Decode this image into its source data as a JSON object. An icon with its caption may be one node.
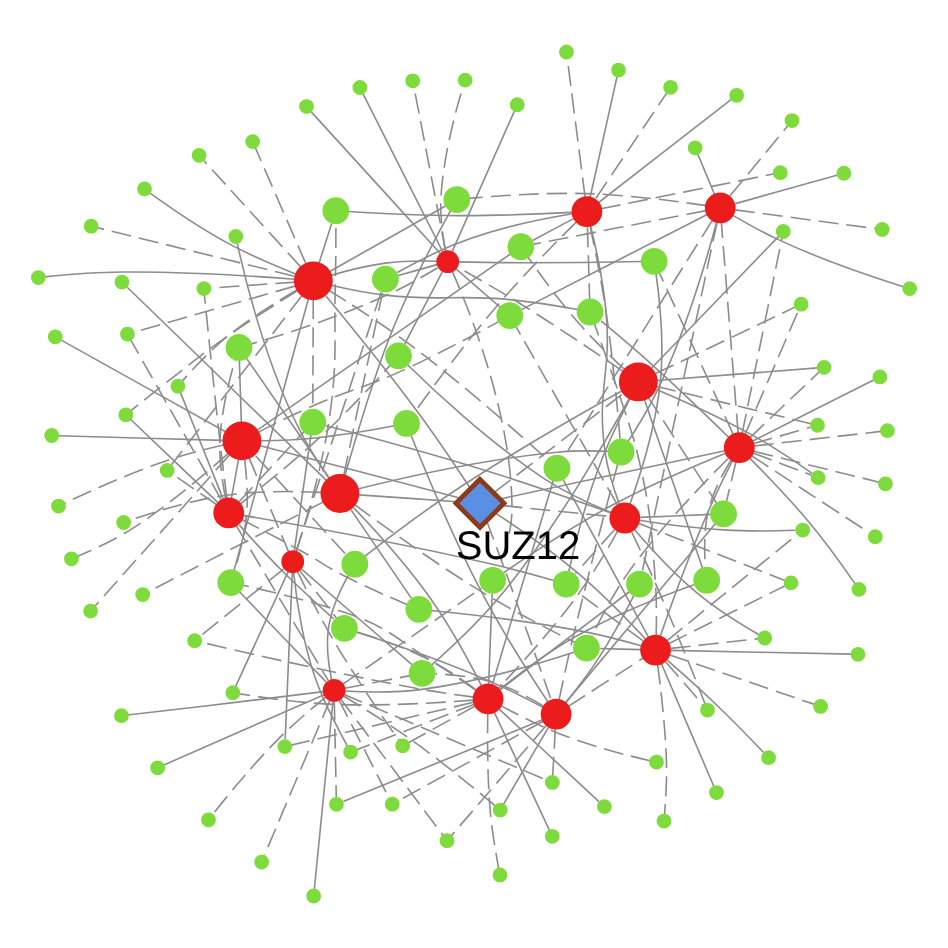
{
  "diagram": {
    "nodes": [
      {
        "text": [
          "SUZ12"
        ]
      },
      {
        "text": [],
        "shape": "circle"
      },
      {
        "text": [],
        "shape": "circle"
      },
      {
        "text": [],
        "shape": "circle"
      },
      {
        "text": [],
        "shape": "circle"
      },
      {
        "text": [],
        "shape": "circle"
      },
      {
        "text": [],
        "shape": "circle"
      },
      {
        "text": [],
        "shape": "circle"
      },
      {
        "text": [],
        "shape": "circle"
      },
      {
        "text": [],
        "shape": "circle"
      },
      {
        "text": [],
        "shape": "circle"
      },
      {
        "text": [],
        "shape": "circle"
      },
      {
        "text": [],
        "shape": "circle"
      },
      {
        "text": [],
        "shape": "circle"
      },
      {
        "text": [],
        "shape": "circle"
      },
      {
        "text": [],
        "shape": "circle"
      },
      {
        "text": [],
        "shape": "circle"
      },
      {
        "text": [],
        "shape": "circle"
      },
      {
        "text": [],
        "shape": "circle"
      },
      {
        "text": [],
        "shape": "circle"
      },
      {
        "text": [],
        "shape": "circle"
      },
      {
        "text": [],
        "shape": "circle"
      },
      {
        "text": [],
        "shape": "circle"
      },
      {
        "text": [],
        "shape": "circle"
      },
      {
        "text": [],
        "shape": "circle"
      },
      {
        "text": [],
        "shape": "circle"
      },
      {
        "text": [],
        "shape": "circle"
      },
      {
        "text": [],
        "shape": "circle"
      },
      {
        "text": [],
        "shape": "circle"
      },
      {
        "text": [],
        "shape": "circle"
      },
      {
        "text": [],
        "shape": "circle"
      },
      {
        "text": [],
        "shape": "circle"
      },
      {
        "text": [],
        "shape": "circle"
      },
      {
        "text": [],
        "shape": "circle"
      },
      {
        "text": [],
        "shape": "circle"
      },
      {
        "text": [],
        "shape": "circle"
      },
      {
        "text": [],
        "shape": "circle"
      },
      {
        "text": [],
        "shape": "circle"
      },
      {
        "text": [],
        "shape": "circle"
      },
      {
        "text": [],
        "shape": "circle"
      },
      {
        "text": [],
        "shape": "circle"
      },
      {
        "text": [],
        "shape": "circle"
      },
      {
        "text": [],
        "shape": "circle"
      },
      {
        "text": [],
        "shape": "circle"
      },
      {
        "text": [],
        "shape": "circle"
      },
      {
        "text": [],
        "shape": "circle"
      },
      {
        "text": [],
        "shape": "circle"
      },
      {
        "text": [],
        "shape": "circle"
      },
      {
        "text": [],
        "shape": "circle"
      },
      {
        "text": [],
        "shape": "circle"
      },
      {
        "text": [],
        "shape": "circle"
      },
      {
        "text": [],
        "shape": "circle"
      },
      {
        "text": [],
        "shape": "circle"
      },
      {
        "text": [],
        "shape": "circle"
      },
      {
        "text": [],
        "shape": "circle"
      },
      {
        "text": [],
        "shape": "circle"
      },
      {
        "text": [],
        "shape": "circle"
      },
      {
        "text": [],
        "shape": "circle"
      },
      {
        "text": [],
        "shape": "circle"
      },
      {
        "text": [],
        "shape": "circle"
      },
      {
        "text": [],
        "shape": "circle"
      },
      {
        "text": [],
        "shape": "circle"
      },
      {
        "text": [],
        "shape": "circle"
      },
      {
        "text": [],
        "shape": "circle"
      },
      {
        "text": [],
        "shape": "circle"
      },
      {
        "text": [],
        "shape": "circle"
      },
      {
        "text": [],
        "shape": "circle"
      },
      {
        "text": [],
        "shape": "circle"
      },
      {
        "text": [],
        "shape": "circle"
      },
      {
        "text": [],
        "shape": "circle"
      },
      {
        "text": [],
        "shape": "circle"
      },
      {
        "text": [],
        "shape": "circle"
      },
      {
        "text": [],
        "shape": "circle"
      },
      {
        "text": [],
        "shape": "circle"
      },
      {
        "text": [],
        "shape": "circle"
      },
      {
        "text": [],
        "shape": "circle"
      },
      {
        "text": [],
        "shape": "circle"
      },
      {
        "text": [],
        "shape": "circle"
      },
      {
        "text": [],
        "shape": "circle"
      },
      {
        "text": [],
        "shape": "circle"
      },
      {
        "text": [],
        "shape": "circle"
      },
      {
        "text": [],
        "shape": "circle"
      },
      {
        "text": [],
        "shape": "circle"
      },
      {
        "text": [],
        "shape": "circle"
      },
      {
        "text": [],
        "shape": "circle"
      },
      {
        "text": [],
        "shape": "circle"
      },
      {
        "text": [],
        "shape": "circle"
      },
      {
        "text": [],
        "shape": "circle"
      },
      {
        "text": [],
        "shape": "circle"
      },
      {
        "text": [],
        "shape": "circle"
      },
      {
        "text": [],
        "shape": "circle"
      },
      {
        "text": [],
        "shape": "circle"
      },
      {
        "text": [],
        "shape": "circle"
      },
      {
        "text": [],
        "shape": "circle"
      },
      {
        "text": [],
        "shape": "circle"
      },
      {
        "text": [],
        "shape": "circle"
      },
      {
        "text": [],
        "shape": "circle"
      },
      {
        "text": [],
        "shape": "circle"
      },
      {
        "text": [],
        "shape": "circle"
      },
      {
        "text": [],
        "shape": "circle"
      },
      {
        "text": [],
        "shape": "circle"
      },
      {
        "text": [],
        "shape": "circle"
      },
      {
        "text": [],
        "shape": "circle"
      },
      {
        "text": [],
        "shape": "circle"
      },
      {
        "text": [],
        "shape": "circle"
      },
      {
        "text": [],
        "shape": "circle"
      },
      {
        "text": [],
        "shape": "circle"
      },
      {
        "text": [],
        "shape": "circle"
      },
      {
        "text": [],
        "shape": "circle"
      },
      {
        "text": [],
        "shape": "circle"
      },
      {
        "text": [],
        "shape": "circle"
      },
      {
        "text": [],
        "shape": "circle"
      }
    ],
    "edges": [
      {
        "from": 0,
        "to": 1,
        "arrow": "none",
        "style": "dashed"
      },
      {
        "from": 0,
        "to": 2,
        "arrow": "none"
      },
      {
        "from": 0,
        "to": 4,
        "arrow": "none",
        "style": "dashed"
      },
      {
        "from": 0,
        "to": 5,
        "arrow": "none"
      },
      {
        "from": 0,
        "to": 6,
        "arrow": "none"
      },
      {
        "from": 0,
        "to": 8,
        "arrow": "none"
      },
      {
        "from": 0,
        "to": 13,
        "arrow": "none",
        "style": "dashed"
      },
      {
        "from": 0,
        "to": 15,
        "arrow": "none"
      },
      {
        "from": 1,
        "to": 3,
        "arrow": "none",
        "style": "dashed"
      },
      {
        "from": 2,
        "to": 3,
        "arrow": "none"
      },
      {
        "from": 4,
        "to": 5,
        "arrow": "none",
        "style": "dashed"
      },
      {
        "from": 5,
        "to": 8,
        "arrow": "none"
      },
      {
        "from": 8,
        "to": 9,
        "arrow": "none",
        "style": "dashed"
      },
      {
        "from": 6,
        "to": 10,
        "arrow": "none"
      },
      {
        "from": 10,
        "to": 11,
        "arrow": "none",
        "style": "dashed"
      },
      {
        "from": 12,
        "to": 13,
        "arrow": "none"
      },
      {
        "from": 13,
        "to": 14,
        "arrow": "none",
        "style": "dashed"
      },
      {
        "from": 14,
        "to": 15,
        "arrow": "none"
      },
      {
        "from": 6,
        "to": 7,
        "arrow": "none",
        "style": "dashed"
      },
      {
        "from": 1,
        "to": 16,
        "arrow": "none"
      },
      {
        "from": 5,
        "to": 16,
        "arrow": "none",
        "style": "dashed"
      },
      {
        "from": 10,
        "to": 16,
        "arrow": "none"
      },
      {
        "from": 13,
        "to": 16,
        "arrow": "none",
        "style": "dashed"
      },
      {
        "from": 2,
        "to": 17,
        "arrow": "none"
      },
      {
        "from": 6,
        "to": 17,
        "arrow": "none",
        "style": "dashed"
      },
      {
        "from": 11,
        "to": 17,
        "arrow": "none"
      },
      {
        "from": 14,
        "to": 17,
        "arrow": "none",
        "style": "dashed"
      },
      {
        "from": 3,
        "to": 18,
        "arrow": "none"
      },
      {
        "from": 7,
        "to": 18,
        "arrow": "none",
        "style": "dashed"
      },
      {
        "from": 12,
        "to": 18,
        "arrow": "none"
      },
      {
        "from": 15,
        "to": 18,
        "arrow": "none",
        "style": "dashed"
      },
      {
        "from": 4,
        "to": 19,
        "arrow": "none"
      },
      {
        "from": 8,
        "to": 19,
        "arrow": "none",
        "style": "dashed"
      },
      {
        "from": 13,
        "to": 19,
        "arrow": "none"
      },
      {
        "from": 1,
        "to": 19,
        "arrow": "none",
        "style": "dashed"
      },
      {
        "from": 5,
        "to": 20,
        "arrow": "none"
      },
      {
        "from": 9,
        "to": 20,
        "arrow": "none",
        "style": "dashed"
      },
      {
        "from": 14,
        "to": 20,
        "arrow": "none"
      },
      {
        "from": 2,
        "to": 20,
        "arrow": "none",
        "style": "dashed"
      },
      {
        "from": 6,
        "to": 21,
        "arrow": "none"
      },
      {
        "from": 10,
        "to": 21,
        "arrow": "none",
        "style": "dashed"
      },
      {
        "from": 15,
        "to": 21,
        "arrow": "none"
      },
      {
        "from": 3,
        "to": 21,
        "arrow": "none",
        "style": "dashed"
      },
      {
        "from": 7,
        "to": 22,
        "arrow": "none"
      },
      {
        "from": 11,
        "to": 22,
        "arrow": "none",
        "style": "dashed"
      },
      {
        "from": 1,
        "to": 22,
        "arrow": "none"
      },
      {
        "from": 4,
        "to": 22,
        "arrow": "none",
        "style": "dashed"
      },
      {
        "from": 8,
        "to": 23,
        "arrow": "none"
      },
      {
        "from": 12,
        "to": 23,
        "arrow": "none",
        "style": "dashed"
      },
      {
        "from": 2,
        "to": 23,
        "arrow": "none"
      },
      {
        "from": 5,
        "to": 23,
        "arrow": "none",
        "style": "dashed"
      },
      {
        "from": 9,
        "to": 24,
        "arrow": "none"
      },
      {
        "from": 13,
        "to": 24,
        "arrow": "none",
        "style": "dashed"
      },
      {
        "from": 3,
        "to": 24,
        "arrow": "none"
      },
      {
        "from": 6,
        "to": 24,
        "arrow": "none",
        "style": "dashed"
      },
      {
        "from": 10,
        "to": 25,
        "arrow": "none"
      },
      {
        "from": 14,
        "to": 25,
        "arrow": "none",
        "style": "dashed"
      },
      {
        "from": 4,
        "to": 25,
        "arrow": "none"
      },
      {
        "from": 7,
        "to": 25,
        "arrow": "none",
        "style": "dashed"
      },
      {
        "from": 11,
        "to": 26,
        "arrow": "none"
      },
      {
        "from": 15,
        "to": 26,
        "arrow": "none",
        "style": "dashed"
      },
      {
        "from": 5,
        "to": 26,
        "arrow": "none"
      },
      {
        "from": 8,
        "to": 26,
        "arrow": "none",
        "style": "dashed"
      },
      {
        "from": 12,
        "to": 27,
        "arrow": "none"
      },
      {
        "from": 1,
        "to": 27,
        "arrow": "none",
        "style": "dashed"
      },
      {
        "from": 6,
        "to": 27,
        "arrow": "none"
      },
      {
        "from": 9,
        "to": 27,
        "arrow": "none",
        "style": "dashed"
      },
      {
        "from": 13,
        "to": 28,
        "arrow": "none"
      },
      {
        "from": 2,
        "to": 28,
        "arrow": "none",
        "style": "dashed"
      },
      {
        "from": 7,
        "to": 28,
        "arrow": "none"
      },
      {
        "from": 10,
        "to": 28,
        "arrow": "none",
        "style": "dashed"
      },
      {
        "from": 14,
        "to": 29,
        "arrow": "none"
      },
      {
        "from": 3,
        "to": 29,
        "arrow": "none",
        "style": "dashed"
      },
      {
        "from": 8,
        "to": 29,
        "arrow": "none"
      },
      {
        "from": 11,
        "to": 29,
        "arrow": "none",
        "style": "dashed"
      },
      {
        "from": 15,
        "to": 30,
        "arrow": "none"
      },
      {
        "from": 4,
        "to": 30,
        "arrow": "none",
        "style": "dashed"
      },
      {
        "from": 9,
        "to": 30,
        "arrow": "none"
      },
      {
        "from": 12,
        "to": 30,
        "arrow": "none",
        "style": "dashed"
      },
      {
        "from": 1,
        "to": 31,
        "arrow": "none"
      },
      {
        "from": 6,
        "to": 31,
        "arrow": "none",
        "style": "dashed"
      },
      {
        "from": 11,
        "to": 31,
        "arrow": "none"
      },
      {
        "from": 2,
        "to": 32,
        "arrow": "none"
      },
      {
        "from": 7,
        "to": 32,
        "arrow": "none",
        "style": "dashed"
      },
      {
        "from": 12,
        "to": 32,
        "arrow": "none"
      },
      {
        "from": 3,
        "to": 33,
        "arrow": "none"
      },
      {
        "from": 8,
        "to": 33,
        "arrow": "none",
        "style": "dashed"
      },
      {
        "from": 13,
        "to": 33,
        "arrow": "none"
      },
      {
        "from": 4,
        "to": 34,
        "arrow": "none"
      },
      {
        "from": 9,
        "to": 34,
        "arrow": "none",
        "style": "dashed"
      },
      {
        "from": 14,
        "to": 34,
        "arrow": "none"
      },
      {
        "from": 5,
        "to": 35,
        "arrow": "none"
      },
      {
        "from": 10,
        "to": 35,
        "arrow": "none",
        "style": "dashed"
      },
      {
        "from": 15,
        "to": 35,
        "arrow": "none"
      },
      {
        "from": 1,
        "to": 36,
        "arrow": "none"
      },
      {
        "from": 8,
        "to": 36,
        "arrow": "none",
        "style": "dashed"
      },
      {
        "from": 14,
        "to": 36,
        "arrow": "none"
      },
      {
        "from": 2,
        "to": 37,
        "arrow": "none"
      },
      {
        "from": 9,
        "to": 37,
        "arrow": "none",
        "style": "dashed"
      },
      {
        "from": 15,
        "to": 37,
        "arrow": "none"
      },
      {
        "from": 3,
        "to": 38,
        "arrow": "none"
      },
      {
        "from": 10,
        "to": 38,
        "arrow": "none",
        "style": "dashed"
      },
      {
        "from": 13,
        "to": 38,
        "arrow": "none"
      },
      {
        "from": 6,
        "to": 39,
        "arrow": "none"
      },
      {
        "from": 12,
        "to": 39,
        "arrow": "none",
        "style": "dashed"
      },
      {
        "from": 4,
        "to": 39,
        "arrow": "none"
      },
      {
        "from": 1,
        "to": 40,
        "arrow": "none"
      },
      {
        "from": 8,
        "to": 40,
        "arrow": "none",
        "style": "dashed"
      },
      {
        "from": 2,
        "to": 41,
        "arrow": "none",
        "style": "dashed"
      },
      {
        "from": 3,
        "to": 42,
        "arrow": "none"
      },
      {
        "from": 4,
        "to": 43,
        "arrow": "none",
        "style": "dashed"
      },
      {
        "from": 11,
        "to": 43,
        "arrow": "none",
        "style": "dashed"
      },
      {
        "from": 5,
        "to": 44,
        "arrow": "none"
      },
      {
        "from": 6,
        "to": 45,
        "arrow": "none",
        "style": "dashed"
      },
      {
        "from": 7,
        "to": 46,
        "arrow": "none"
      },
      {
        "from": 14,
        "to": 46,
        "arrow": "none",
        "style": "dashed"
      },
      {
        "from": 8,
        "to": 47,
        "arrow": "none",
        "style": "dashed"
      },
      {
        "from": 9,
        "to": 48,
        "arrow": "none"
      },
      {
        "from": 10,
        "to": 49,
        "arrow": "none",
        "style": "dashed"
      },
      {
        "from": 2,
        "to": 49,
        "arrow": "none",
        "style": "dashed"
      },
      {
        "from": 11,
        "to": 50,
        "arrow": "none"
      },
      {
        "from": 12,
        "to": 51,
        "arrow": "none",
        "style": "dashed"
      },
      {
        "from": 13,
        "to": 52,
        "arrow": "none"
      },
      {
        "from": 5,
        "to": 52,
        "arrow": "none",
        "style": "dashed"
      },
      {
        "from": 14,
        "to": 53,
        "arrow": "none",
        "style": "dashed"
      },
      {
        "from": 15,
        "to": 54,
        "arrow": "none"
      },
      {
        "from": 1,
        "to": 55,
        "arrow": "none",
        "style": "dashed"
      },
      {
        "from": 8,
        "to": 55,
        "arrow": "none",
        "style": "dashed"
      },
      {
        "from": 2,
        "to": 56,
        "arrow": "none"
      },
      {
        "from": 3,
        "to": 57,
        "arrow": "none",
        "style": "dashed"
      },
      {
        "from": 4,
        "to": 58,
        "arrow": "none"
      },
      {
        "from": 11,
        "to": 58,
        "arrow": "none",
        "style": "dashed"
      },
      {
        "from": 5,
        "to": 59,
        "arrow": "none",
        "style": "dashed"
      },
      {
        "from": 6,
        "to": 60,
        "arrow": "none"
      },
      {
        "from": 7,
        "to": 61,
        "arrow": "none",
        "style": "dashed"
      },
      {
        "from": 14,
        "to": 61,
        "arrow": "none",
        "style": "dashed"
      },
      {
        "from": 8,
        "to": 62,
        "arrow": "none"
      },
      {
        "from": 9,
        "to": 63,
        "arrow": "none",
        "style": "dashed"
      },
      {
        "from": 10,
        "to": 64,
        "arrow": "none"
      },
      {
        "from": 2,
        "to": 64,
        "arrow": "none",
        "style": "dashed"
      },
      {
        "from": 11,
        "to": 65,
        "arrow": "none",
        "style": "dashed"
      },
      {
        "from": 12,
        "to": 66,
        "arrow": "none"
      },
      {
        "from": 13,
        "to": 67,
        "arrow": "none",
        "style": "dashed"
      },
      {
        "from": 5,
        "to": 67,
        "arrow": "none",
        "style": "dashed"
      },
      {
        "from": 14,
        "to": 68,
        "arrow": "none"
      },
      {
        "from": 15,
        "to": 69,
        "arrow": "none",
        "style": "dashed"
      },
      {
        "from": 1,
        "to": 70,
        "arrow": "none"
      },
      {
        "from": 8,
        "to": 70,
        "arrow": "none",
        "style": "dashed"
      },
      {
        "from": 2,
        "to": 71,
        "arrow": "none",
        "style": "dashed"
      },
      {
        "from": 3,
        "to": 72,
        "arrow": "none"
      },
      {
        "from": 4,
        "to": 73,
        "arrow": "none",
        "style": "dashed"
      },
      {
        "from": 11,
        "to": 73,
        "arrow": "none",
        "style": "dashed"
      },
      {
        "from": 5,
        "to": 74,
        "arrow": "none"
      },
      {
        "from": 6,
        "to": 75,
        "arrow": "none",
        "style": "dashed"
      },
      {
        "from": 7,
        "to": 76,
        "arrow": "none"
      },
      {
        "from": 14,
        "to": 76,
        "arrow": "none",
        "style": "dashed"
      },
      {
        "from": 8,
        "to": 77,
        "arrow": "none",
        "style": "dashed"
      },
      {
        "from": 9,
        "to": 78,
        "arrow": "none"
      },
      {
        "from": 10,
        "to": 79,
        "arrow": "none",
        "style": "dashed"
      },
      {
        "from": 2,
        "to": 79,
        "arrow": "none",
        "style": "dashed"
      },
      {
        "from": 11,
        "to": 80,
        "arrow": "none"
      },
      {
        "from": 12,
        "to": 81,
        "arrow": "none",
        "style": "dashed"
      },
      {
        "from": 13,
        "to": 82,
        "arrow": "none"
      },
      {
        "from": 5,
        "to": 82,
        "arrow": "none",
        "style": "dashed"
      },
      {
        "from": 14,
        "to": 83,
        "arrow": "none",
        "style": "dashed"
      },
      {
        "from": 15,
        "to": 84,
        "arrow": "none"
      },
      {
        "from": 1,
        "to": 85,
        "arrow": "none",
        "style": "dashed"
      },
      {
        "from": 8,
        "to": 85,
        "arrow": "none",
        "style": "dashed"
      },
      {
        "from": 2,
        "to": 86,
        "arrow": "none"
      },
      {
        "from": 3,
        "to": 87,
        "arrow": "none",
        "style": "dashed"
      },
      {
        "from": 4,
        "to": 88,
        "arrow": "none"
      },
      {
        "from": 11,
        "to": 88,
        "arrow": "none",
        "style": "dashed"
      },
      {
        "from": 5,
        "to": 89,
        "arrow": "none",
        "style": "dashed"
      },
      {
        "from": 6,
        "to": 90,
        "arrow": "none"
      },
      {
        "from": 7,
        "to": 91,
        "arrow": "none",
        "style": "dashed"
      },
      {
        "from": 14,
        "to": 91,
        "arrow": "none",
        "style": "dashed"
      },
      {
        "from": 8,
        "to": 92,
        "arrow": "none"
      },
      {
        "from": 9,
        "to": 93,
        "arrow": "none",
        "style": "dashed"
      },
      {
        "from": 10,
        "to": 94,
        "arrow": "none"
      },
      {
        "from": 2,
        "to": 94,
        "arrow": "none",
        "style": "dashed"
      },
      {
        "from": 11,
        "to": 95,
        "arrow": "none",
        "style": "dashed"
      },
      {
        "from": 12,
        "to": 96,
        "arrow": "none"
      },
      {
        "from": 13,
        "to": 97,
        "arrow": "none",
        "style": "dashed"
      },
      {
        "from": 5,
        "to": 97,
        "arrow": "none",
        "style": "dashed"
      },
      {
        "from": 14,
        "to": 98,
        "arrow": "none"
      },
      {
        "from": 15,
        "to": 99,
        "arrow": "none",
        "style": "dashed"
      },
      {
        "from": 1,
        "to": 100,
        "arrow": "none"
      },
      {
        "from": 8,
        "to": 100,
        "arrow": "none",
        "style": "dashed"
      },
      {
        "from": 2,
        "to": 101,
        "arrow": "none",
        "style": "dashed"
      },
      {
        "from": 3,
        "to": 102,
        "arrow": "none"
      },
      {
        "from": 4,
        "to": 103,
        "arrow": "none",
        "style": "dashed"
      },
      {
        "from": 11,
        "to": 103,
        "arrow": "none",
        "style": "dashed"
      },
      {
        "from": 5,
        "to": 104,
        "arrow": "none"
      },
      {
        "from": 6,
        "to": 105,
        "arrow": "none",
        "style": "dashed"
      },
      {
        "from": 7,
        "to": 106,
        "arrow": "none"
      },
      {
        "from": 14,
        "to": 106,
        "arrow": "none",
        "style": "dashed"
      },
      {
        "from": 8,
        "to": 107,
        "arrow": "none",
        "style": "dashed"
      },
      {
        "from": 9,
        "to": 108,
        "arrow": "none"
      },
      {
        "from": 10,
        "to": 109,
        "arrow": "none",
        "style": "dashed"
      },
      {
        "from": 2,
        "to": 109,
        "arrow": "none",
        "style": "dashed"
      },
      {
        "from": 11,
        "to": 110,
        "arrow": "none"
      },
      {
        "from": 12,
        "to": 111,
        "arrow": "none",
        "style": "dashed"
      }
    ]
  }
}
